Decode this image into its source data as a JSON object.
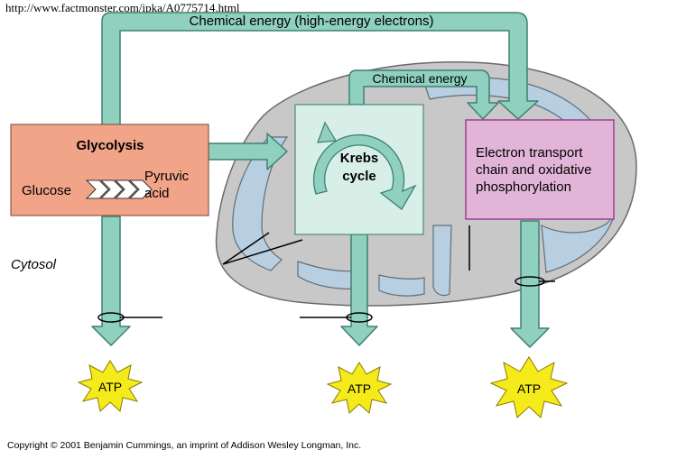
{
  "source_url": "http://www.factmonster.com/ipka/A0775714.html",
  "top_arrow_label": "Chemical energy (high-energy electrons)",
  "inner_arrow_label": "Chemical energy",
  "glycolysis": {
    "title": "Glycolysis",
    "input": "Glucose",
    "output_line1": "Pyruvic",
    "output_line2": "acid"
  },
  "krebs": {
    "line1": "Krebs",
    "line2": "cycle"
  },
  "etc": {
    "line1": "Electron transport",
    "line2": "chain and oxidative",
    "line3": "phosphorylation"
  },
  "cytosol_label": "Cytosol",
  "atp_labels": [
    "ATP",
    "ATP",
    "ATP"
  ],
  "copyright": "Copyright © 2001 Benjamin Cummings, an imprint of Addison Wesley Longman, Inc.",
  "colors": {
    "arrow_fill": "#8fd0bf",
    "arrow_stroke": "#3f8072",
    "glycolysis_fill": "#f2a489",
    "krebs_box_fill": "#d8efe8",
    "etc_fill": "#e2b5d8",
    "etc_stroke": "#9c3f8f",
    "mito_fill": "#c8c8c8",
    "matrix_fill": "#b7cfe0",
    "atp_fill": "#f5ea1a"
  }
}
